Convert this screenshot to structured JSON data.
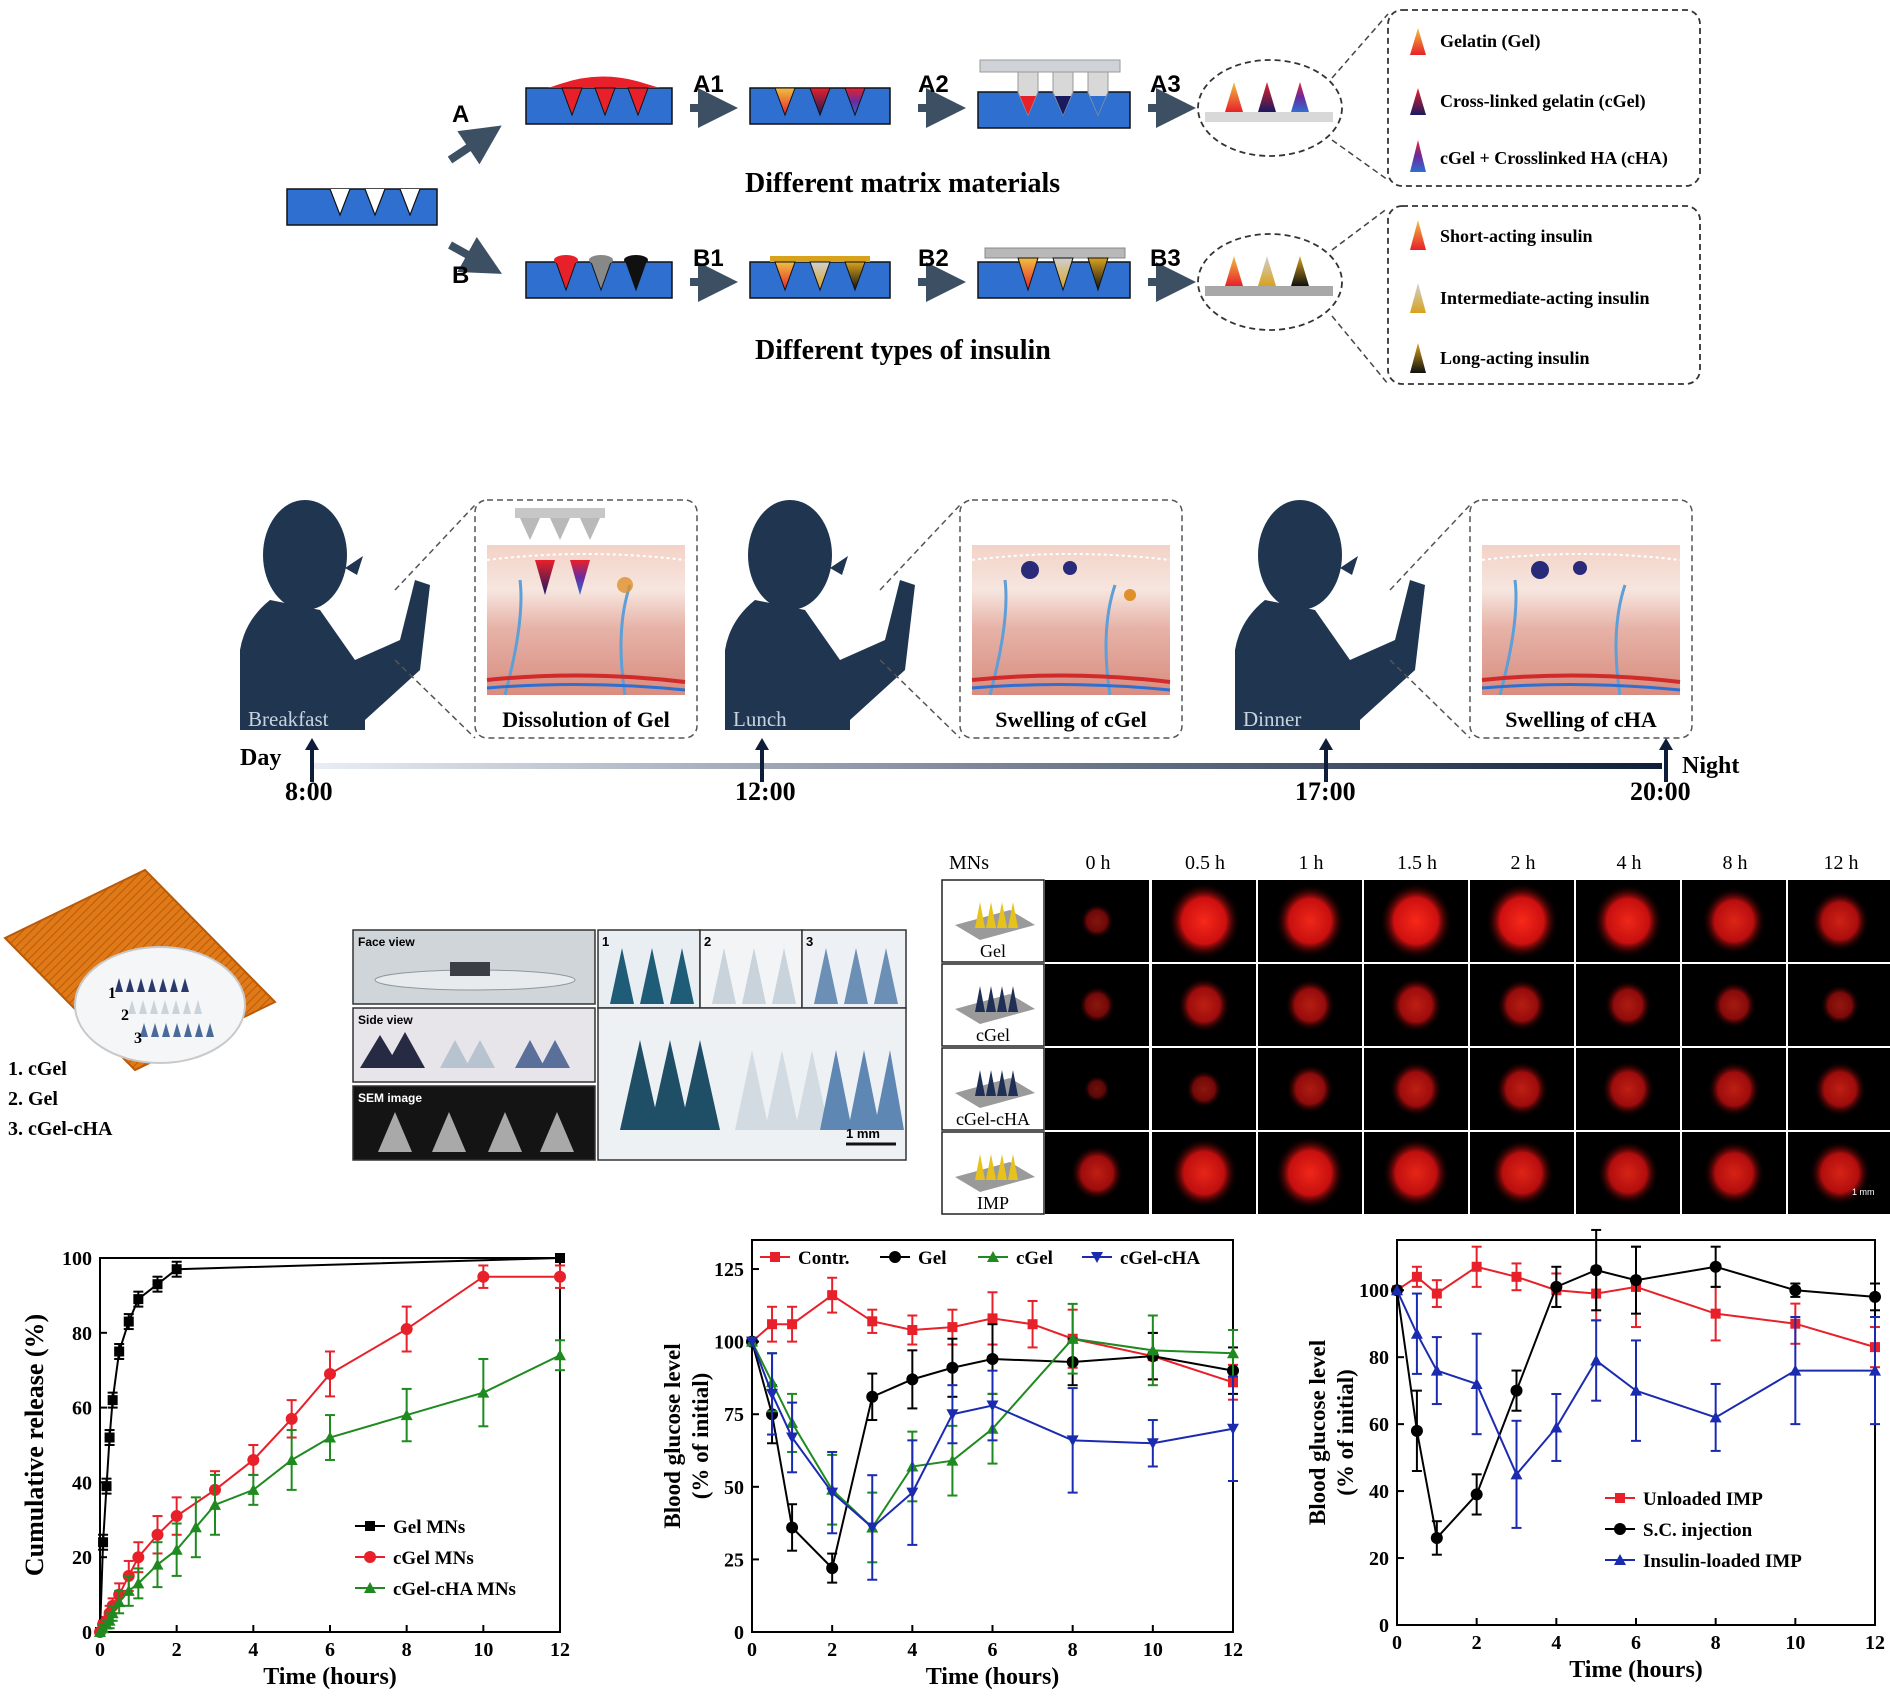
{
  "colors": {
    "navy": "#1f3550",
    "mold_blue": "#2e6fcf",
    "red": "#e8202a",
    "gold": "#d8a21d",
    "black": "#101010",
    "green": "#1f8a1f",
    "blue_series": "#1b2bb0",
    "arrow_gray": "#3c4f63",
    "skin": "#e7b3a8"
  },
  "fab": {
    "route_a": {
      "label": "A",
      "steps": [
        "A1",
        "A2",
        "A3"
      ],
      "caption": "Different matrix materials"
    },
    "route_b": {
      "label": "B",
      "steps": [
        "B1",
        "B2",
        "B3"
      ],
      "caption": "Different types of insulin"
    },
    "legend_a": [
      "Gelatin (Gel)",
      "Cross-linked gelatin (cGel)",
      "cGel + Crosslinked HA (cHA)"
    ],
    "legend_b": [
      "Short-acting insulin",
      "Intermediate-acting insulin",
      "Long-acting insulin"
    ]
  },
  "timeline": {
    "start_label": "Day",
    "end_label": "Night",
    "meals": [
      {
        "meal": "Breakfast",
        "caption": "Dissolution  of Gel",
        "time": "8:00"
      },
      {
        "meal": "Lunch",
        "caption": "Swelling  of cGel",
        "time": "12:00"
      },
      {
        "meal": "Dinner",
        "caption": "Swelling  of cHA",
        "time": "17:00"
      }
    ],
    "end_time": "20:00"
  },
  "patch": {
    "rows": [
      "1",
      "2",
      "3"
    ],
    "legend": [
      "1. cGel",
      "2. Gel",
      "3. cGel-cHA"
    ]
  },
  "photos": {
    "face_view": "Face view",
    "side_view": "Side view",
    "sem_image": "SEM image",
    "tiles": [
      "1",
      "2",
      "3"
    ],
    "scale": "1 mm"
  },
  "fluor": {
    "header_first": "MNs",
    "times": [
      "0 h",
      "0.5 h",
      "1 h",
      "1.5 h",
      "2 h",
      "4 h",
      "8 h",
      "12 h"
    ],
    "rows": [
      "Gel",
      "cGel",
      "cGel-cHA",
      "IMP"
    ],
    "intensity": [
      [
        0.25,
        0.95,
        0.9,
        0.95,
        0.95,
        0.9,
        0.8,
        0.7
      ],
      [
        0.3,
        0.6,
        0.55,
        0.6,
        0.55,
        0.5,
        0.45,
        0.35
      ],
      [
        0.12,
        0.3,
        0.5,
        0.6,
        0.6,
        0.6,
        0.6,
        0.6
      ],
      [
        0.6,
        0.85,
        0.9,
        0.85,
        0.8,
        0.75,
        0.75,
        0.75
      ]
    ],
    "scale": "1 mm"
  },
  "chart_data": [
    {
      "type": "line",
      "xlabel": "Time (hours)",
      "ylabel": "Cumulative release (%)",
      "xlim": [
        0,
        12
      ],
      "ylim": [
        0,
        100
      ],
      "xticks": [
        0,
        2,
        4,
        6,
        8,
        10,
        12
      ],
      "yticks": [
        0,
        20,
        40,
        60,
        80,
        100
      ],
      "legend_position": "bottom-right",
      "series": [
        {
          "name": "Gel MNs",
          "color": "#000000",
          "marker": "square",
          "x": [
            0,
            0.08,
            0.17,
            0.25,
            0.33,
            0.5,
            0.75,
            1,
            1.5,
            2,
            12
          ],
          "y": [
            0,
            24,
            39,
            52,
            62,
            75,
            83,
            89,
            93,
            97,
            100
          ],
          "err": [
            0,
            2,
            2,
            2,
            2,
            2,
            2,
            2,
            2,
            2,
            1
          ]
        },
        {
          "name": "cGel MNs",
          "color": "#e8202a",
          "marker": "circle",
          "x": [
            0,
            0.08,
            0.17,
            0.25,
            0.33,
            0.5,
            0.75,
            1,
            1.5,
            2,
            3,
            4,
            5,
            6,
            8,
            10,
            12
          ],
          "y": [
            0,
            2,
            3,
            5,
            7,
            10,
            15,
            20,
            26,
            31,
            38,
            46,
            57,
            69,
            81,
            95,
            95
          ],
          "err": [
            0,
            1,
            1,
            2,
            2,
            3,
            4,
            4,
            5,
            5,
            5,
            4,
            5,
            6,
            6,
            3,
            3
          ]
        },
        {
          "name": "cGel-cHA MNs",
          "color": "#1f8a1f",
          "marker": "triangle",
          "x": [
            0,
            0.08,
            0.17,
            0.25,
            0.33,
            0.5,
            0.75,
            1,
            1.5,
            2,
            2.5,
            3,
            4,
            5,
            6,
            8,
            10,
            12
          ],
          "y": [
            0,
            1,
            2,
            3,
            5,
            8,
            11,
            13,
            18,
            22,
            28,
            34,
            38,
            46,
            52,
            58,
            64,
            74
          ],
          "err": [
            0,
            1,
            1,
            2,
            2,
            3,
            4,
            4,
            6,
            7,
            8,
            8,
            4,
            8,
            6,
            7,
            9,
            4
          ]
        }
      ]
    },
    {
      "type": "line",
      "xlabel": "Time (hours)",
      "ylabel": "Blood glucose level (% of initial)",
      "xlim": [
        0,
        12
      ],
      "ylim": [
        0,
        135
      ],
      "xticks": [
        0,
        2,
        4,
        6,
        8,
        10,
        12
      ],
      "yticks": [
        0,
        25,
        50,
        75,
        100,
        125
      ],
      "legend_position": "top",
      "series": [
        {
          "name": "Contr.",
          "color": "#e8202a",
          "marker": "square",
          "x": [
            0,
            0.5,
            1,
            2,
            3,
            4,
            5,
            6,
            7,
            8,
            10,
            12
          ],
          "y": [
            100,
            106,
            106,
            116,
            107,
            104,
            105,
            108,
            106,
            101,
            95,
            86
          ],
          "err": [
            0,
            6,
            6,
            6,
            4,
            5,
            6,
            9,
            8,
            10,
            8,
            6
          ]
        },
        {
          "name": "Gel",
          "color": "#000000",
          "marker": "circle",
          "x": [
            0,
            0.5,
            1,
            2,
            3,
            4,
            5,
            6,
            8,
            10,
            12
          ],
          "y": [
            100,
            75,
            36,
            22,
            81,
            87,
            91,
            94,
            93,
            95,
            90
          ],
          "err": [
            0,
            10,
            8,
            5,
            8,
            10,
            10,
            12,
            8,
            8,
            8
          ]
        },
        {
          "name": "cGel",
          "color": "#1f8a1f",
          "marker": "triangle",
          "x": [
            0,
            0.5,
            1,
            2,
            3,
            4,
            5,
            6,
            8,
            10,
            12
          ],
          "y": [
            100,
            86,
            72,
            49,
            36,
            57,
            59,
            70,
            101,
            97,
            96
          ],
          "err": [
            0,
            10,
            10,
            12,
            12,
            12,
            12,
            12,
            12,
            12,
            8
          ]
        },
        {
          "name": "cGel-cHA",
          "color": "#1b2bb0",
          "marker": "triangle-down",
          "x": [
            0,
            0.5,
            1,
            2,
            3,
            4,
            5,
            6,
            8,
            10,
            12
          ],
          "y": [
            100,
            82,
            67,
            48,
            36,
            48,
            75,
            78,
            66,
            65,
            70
          ],
          "err": [
            0,
            14,
            12,
            14,
            18,
            18,
            10,
            12,
            18,
            8,
            18
          ]
        }
      ]
    },
    {
      "type": "line",
      "xlabel": "Time (hours)",
      "ylabel": "Blood glucose level (% of initial)",
      "xlim": [
        0,
        12
      ],
      "ylim": [
        0,
        115
      ],
      "xticks": [
        0,
        2,
        4,
        6,
        8,
        10,
        12
      ],
      "yticks": [
        0,
        20,
        40,
        60,
        80,
        100
      ],
      "legend_position": "bottom-right",
      "series": [
        {
          "name": "Unloaded IMP",
          "color": "#e8202a",
          "marker": "square",
          "x": [
            0,
            0.5,
            1,
            2,
            3,
            4,
            5,
            6,
            8,
            10,
            12
          ],
          "y": [
            100,
            104,
            99,
            107,
            104,
            100,
            99,
            101,
            93,
            90,
            83
          ],
          "err": [
            0,
            3,
            4,
            6,
            4,
            5,
            8,
            12,
            8,
            6,
            6
          ]
        },
        {
          "name": "S.C. injection",
          "color": "#000000",
          "marker": "circle",
          "x": [
            0,
            0.5,
            1,
            2,
            3,
            4,
            5,
            6,
            8,
            10,
            12
          ],
          "y": [
            100,
            58,
            26,
            39,
            70,
            101,
            106,
            103,
            107,
            100,
            98
          ],
          "err": [
            0,
            12,
            5,
            6,
            6,
            6,
            12,
            10,
            6,
            2,
            4
          ]
        },
        {
          "name": "Insulin-loaded IMP",
          "color": "#1b2bb0",
          "marker": "triangle",
          "x": [
            0,
            0.5,
            1,
            2,
            3,
            4,
            5,
            6,
            8,
            10,
            12
          ],
          "y": [
            100,
            87,
            76,
            72,
            45,
            59,
            79,
            70,
            62,
            76,
            76
          ],
          "err": [
            0,
            12,
            10,
            15,
            16,
            10,
            12,
            15,
            10,
            16,
            16
          ]
        }
      ]
    }
  ]
}
